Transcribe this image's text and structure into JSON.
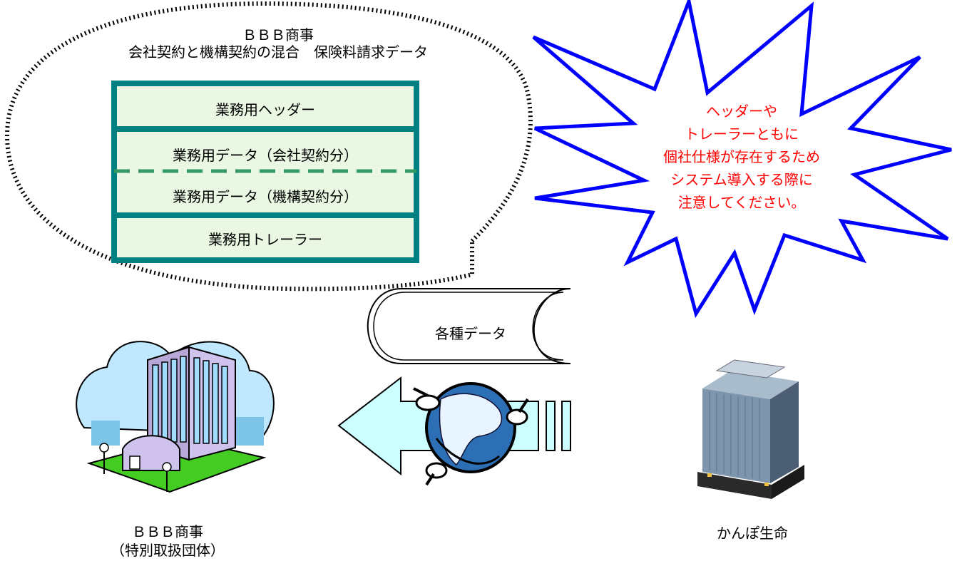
{
  "colors": {
    "box_border": "#008080",
    "box_fill": "#eaf8e3",
    "star_stroke": "#0000ff",
    "warning_text": "#ff0000",
    "arrow_fill": "#ccffff"
  },
  "bubble": {
    "title_line1": "ＢＢＢ商事",
    "title_line2": "会社契約と機構契約の混合　保険料請求データ",
    "records": {
      "header": "業務用ヘッダー",
      "data_company": "業務用データ（会社契約分）",
      "data_kikou": "業務用データ（機構契約分）",
      "trailer": "業務用トレーラー"
    }
  },
  "warning": {
    "line1": "ヘッダーや",
    "line2": "トレーラーともに",
    "line3": "個社仕様が存在するため",
    "line4": "システム導入する際に",
    "line5": "注意してください。"
  },
  "storage": {
    "label": "各種データ"
  },
  "sender": {
    "line1": "ＢＢＢ商事",
    "line2": "（特別取扱団体）"
  },
  "receiver": {
    "label": "かんぽ生命"
  },
  "icons": {
    "sender": "office-building-icon",
    "receiver": "skyscraper-icon",
    "network": "globe-network-icon"
  }
}
